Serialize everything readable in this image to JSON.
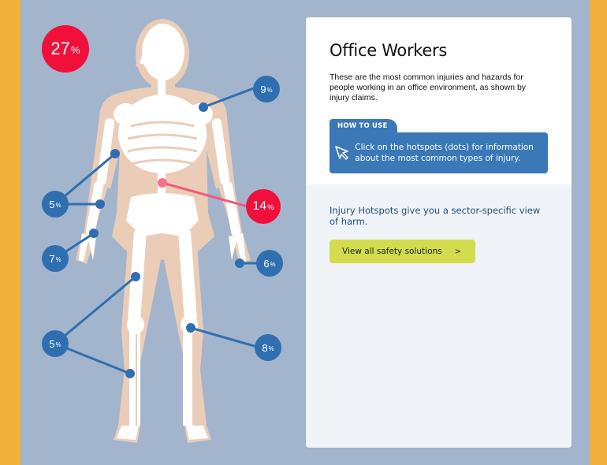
{
  "colors": {
    "frame": "#f2b13c",
    "background": "#a3b5cc",
    "hotspot_blue": "#2f6fb0",
    "hotspot_red": "#f0103a",
    "skin": "#ebcdb7",
    "bone": "#ffffff",
    "panel_blue": "#3a78b8",
    "cta": "#d3dc4c"
  },
  "hotspots": [
    {
      "id": "head-overall",
      "value": "27",
      "unit": "%",
      "color": "red"
    },
    {
      "id": "shoulder",
      "value": "9",
      "unit": "%",
      "color": "blue"
    },
    {
      "id": "lower-back",
      "value": "14",
      "unit": "%",
      "color": "red"
    },
    {
      "id": "arm-elbow",
      "value": "5",
      "unit": "%",
      "color": "blue"
    },
    {
      "id": "wrist-left",
      "value": "7",
      "unit": "%",
      "color": "blue"
    },
    {
      "id": "hand-right",
      "value": "6",
      "unit": "%",
      "color": "blue"
    },
    {
      "id": "leg-left",
      "value": "5",
      "unit": "%",
      "color": "blue"
    },
    {
      "id": "knee-right",
      "value": "8",
      "unit": "%",
      "color": "blue"
    }
  ],
  "panel": {
    "title": "Office Workers",
    "description": "These are the most common injuries and hazards for people working in an office environment, as shown by injury claims.",
    "how_to_use": {
      "tab_label": "HOW TO USE",
      "icon": "cursor-arrow-icon",
      "text": "Click on the hotspots (dots) for information about the most common types of injury."
    },
    "tagline": "Injury Hotspots give you a sector-specific view of harm.",
    "cta_label": "View all safety solutions",
    "cta_icon": "chevron-right-icon",
    "cta_chevron": ">"
  }
}
